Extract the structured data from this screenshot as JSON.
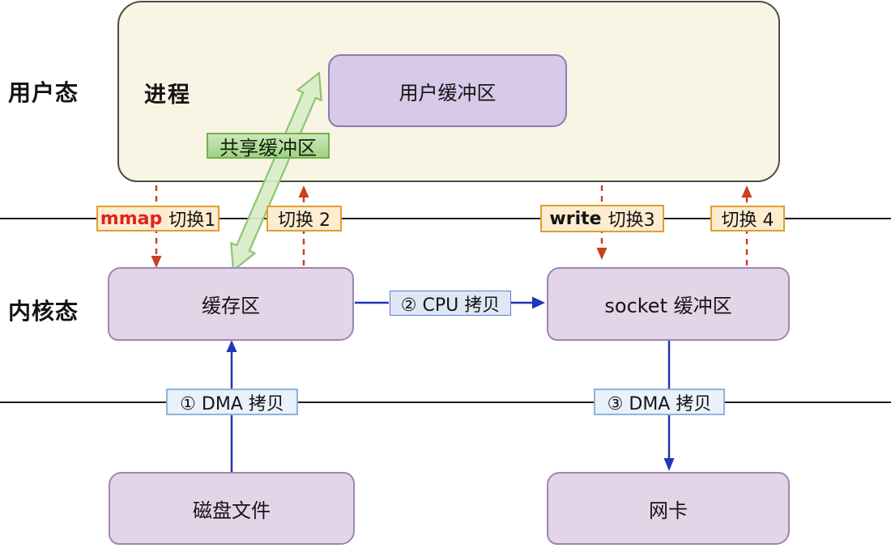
{
  "regions": {
    "user_mode": "用户态",
    "kernel_mode": "内核态"
  },
  "process": {
    "label": "进程"
  },
  "boxes": {
    "user_buffer": "用户缓冲区",
    "kernel_buffer": "缓存区",
    "socket_buffer": "socket 缓冲区",
    "disk_file": "磁盘文件",
    "nic": "网卡"
  },
  "shared_buffer": {
    "label": "共享缓冲区"
  },
  "switches": {
    "s1": {
      "keyword": "mmap",
      "label": "切换1"
    },
    "s2": {
      "keyword": "",
      "label": "切换 2"
    },
    "s3": {
      "keyword": "write",
      "label": "切换3"
    },
    "s4": {
      "keyword": "",
      "label": "切换 4"
    }
  },
  "copies": {
    "dma1": "① DMA 拷贝",
    "cpu2": "② CPU 拷贝",
    "dma3": "③ DMA 拷贝"
  },
  "colors": {
    "process_fill": "#f9f5e4",
    "purple_box_fill": "#e4d4e7",
    "user_buffer_fill": "#d7c9e7",
    "green_tag_fill": "#b5dba0",
    "green_arrow_stroke": "#8cc573",
    "switch_tag_fill": "#fdecd0",
    "switch_tag_border": "#df9e30",
    "mmap_keyword_red": "#e4231b",
    "dashed_arrow_orange": "#c8401f",
    "blue_arrow": "#2037b8",
    "copy_tag_fill": "#e9f1fa"
  }
}
